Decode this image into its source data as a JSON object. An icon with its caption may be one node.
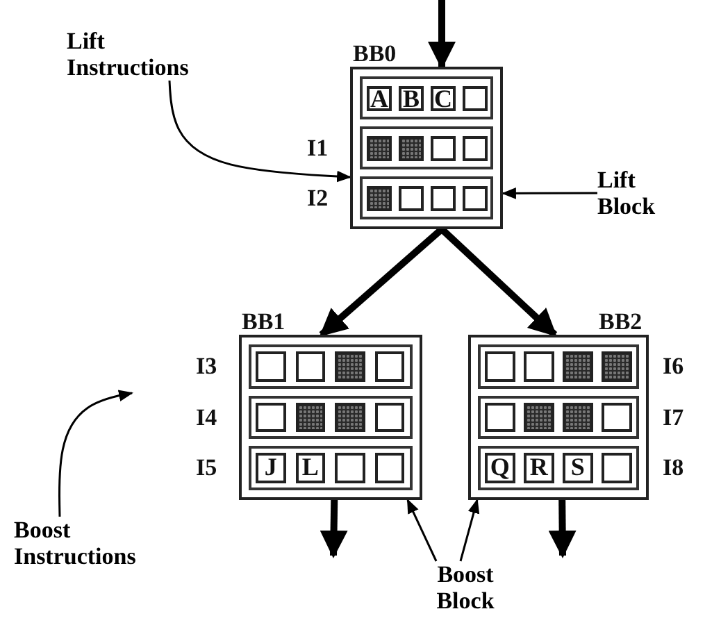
{
  "diagram": {
    "nodes": [
      {
        "text": [
          "BB0"
        ]
      },
      {
        "text": [],
        "shape": "box",
        "in": 0
      },
      {
        "text": [
          "A"
        ],
        "in": 1
      },
      {
        "text": [
          "B"
        ],
        "in": 1
      },
      {
        "text": [
          "C"
        ],
        "in": 1
      },
      {
        "text": [],
        "shape": "box",
        "in": 1
      },
      {
        "text": [],
        "shape": "box",
        "in": 0,
        "beside": [
          "I1"
        ]
      },
      {
        "text": [],
        "shape": "block",
        "in": 6
      },
      {
        "text": [],
        "shape": "block",
        "in": 6
      },
      {
        "text": [],
        "shape": "box",
        "in": 6
      },
      {
        "text": [],
        "shape": "box",
        "in": 6
      },
      {
        "text": [],
        "shape": "box",
        "in": 0,
        "beside": [
          "I2"
        ]
      },
      {
        "text": [],
        "shape": "block",
        "in": 11
      },
      {
        "text": [],
        "shape": "box",
        "in": 11
      },
      {
        "text": [],
        "shape": "box",
        "in": 11
      },
      {
        "text": [],
        "shape": "box",
        "in": 11
      },
      {
        "text": [
          "BB1"
        ]
      },
      {
        "text": [],
        "shape": "box",
        "in": 16,
        "beside": [
          "I3"
        ]
      },
      {
        "text": [],
        "shape": "box",
        "in": 17
      },
      {
        "text": [],
        "shape": "box",
        "in": 17
      },
      {
        "text": [],
        "shape": "block",
        "in": 17
      },
      {
        "text": [],
        "shape": "box",
        "in": 17
      },
      {
        "text": [],
        "shape": "box",
        "in": 16,
        "beside": [
          "I4"
        ]
      },
      {
        "text": [],
        "shape": "box",
        "in": 22
      },
      {
        "text": [],
        "shape": "block",
        "in": 22
      },
      {
        "text": [],
        "shape": "block",
        "in": 22
      },
      {
        "text": [],
        "shape": "box",
        "in": 22
      },
      {
        "text": [],
        "shape": "box",
        "in": 16,
        "beside": [
          "I5"
        ]
      },
      {
        "text": [
          "J"
        ],
        "in": 27
      },
      {
        "text": [
          "L"
        ],
        "in": 27
      },
      {
        "text": [],
        "shape": "box",
        "in": 27
      },
      {
        "text": [],
        "shape": "box",
        "in": 27
      },
      {
        "text": [
          "BB2"
        ]
      },
      {
        "text": [],
        "shape": "box",
        "in": 32,
        "beside": [
          "I6"
        ]
      },
      {
        "text": [],
        "shape": "box",
        "in": 33
      },
      {
        "text": [],
        "shape": "box",
        "in": 33
      },
      {
        "text": [],
        "shape": "block",
        "in": 33
      },
      {
        "text": [],
        "shape": "block",
        "in": 33
      },
      {
        "text": [],
        "shape": "box",
        "in": 32,
        "beside": [
          "I7"
        ]
      },
      {
        "text": [],
        "shape": "box",
        "in": 38
      },
      {
        "text": [],
        "shape": "block",
        "in": 38
      },
      {
        "text": [],
        "shape": "block",
        "in": 38
      },
      {
        "text": [],
        "shape": "box",
        "in": 38
      },
      {
        "text": [],
        "shape": "box",
        "in": 32,
        "beside": [
          "I8"
        ]
      },
      {
        "text": [
          "Q"
        ],
        "in": 43
      },
      {
        "text": [
          "R"
        ],
        "in": 43
      },
      {
        "text": [
          "S"
        ],
        "in": 43
      },
      {
        "text": [],
        "shape": "box",
        "in": 43
      },
      {
        "text": [
          "Lift Instructions"
        ]
      },
      {
        "text": [
          "Lift Block"
        ]
      },
      {
        "text": [
          "Boost Instructions"
        ]
      },
      {
        "text": [
          "Boost Block"
        ]
      }
    ],
    "edges": [
      {
        "from": null,
        "to": 0,
        "arrow": "to",
        "style": "thick"
      },
      {
        "from": 0,
        "to": 16,
        "arrow": "to",
        "style": "thick"
      },
      {
        "from": 0,
        "to": 32,
        "arrow": "to",
        "style": "thick"
      },
      {
        "from": 16,
        "to": null,
        "arrow": "to",
        "style": "thick"
      },
      {
        "from": 32,
        "to": null,
        "arrow": "to",
        "style": "thick"
      },
      {
        "from": 48,
        "to": 0,
        "arrow": "to"
      },
      {
        "from": 49,
        "to": 0,
        "arrow": "to"
      },
      {
        "from": 50,
        "to": null,
        "arrow": "to"
      },
      {
        "from": 51,
        "to": 16,
        "arrow": "to"
      },
      {
        "from": 51,
        "to": 32,
        "arrow": "to"
      }
    ]
  }
}
